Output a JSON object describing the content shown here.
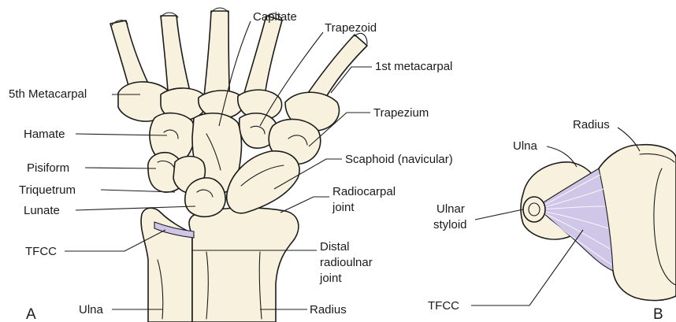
{
  "panels": {
    "a": "A",
    "b": "B"
  },
  "labels": {
    "capitate": "Capitate",
    "trapezoid": "Trapezoid",
    "first_metacarpal": "1st metacarpal",
    "fifth_metacarpal": "5th Metacarpal",
    "hamate": "Hamate",
    "trapezium": "Trapezium",
    "pisiform": "Pisiform",
    "scaphoid": "Scaphoid (navicular)",
    "triquetrum": "Triquetrum",
    "radiocarpal_line1": "Radiocarpal",
    "radiocarpal_line2": "joint",
    "lunate": "Lunate",
    "tfcc_a": "TFCC",
    "druj_line1": "Distal",
    "druj_line2": "radioulnar",
    "druj_line3": "joint",
    "ulna_a": "Ulna",
    "radius_a": "Radius",
    "radius_b": "Radius",
    "ulna_b": "Ulna",
    "ulnar_styloid_line1": "Ulnar",
    "ulnar_styloid_line2": "styloid",
    "tfcc_b": "TFCC"
  },
  "colors": {
    "bone_fill": "#f7f1de",
    "ligament_fill": "#cfc6e8",
    "outline": "#1c1c1c"
  }
}
